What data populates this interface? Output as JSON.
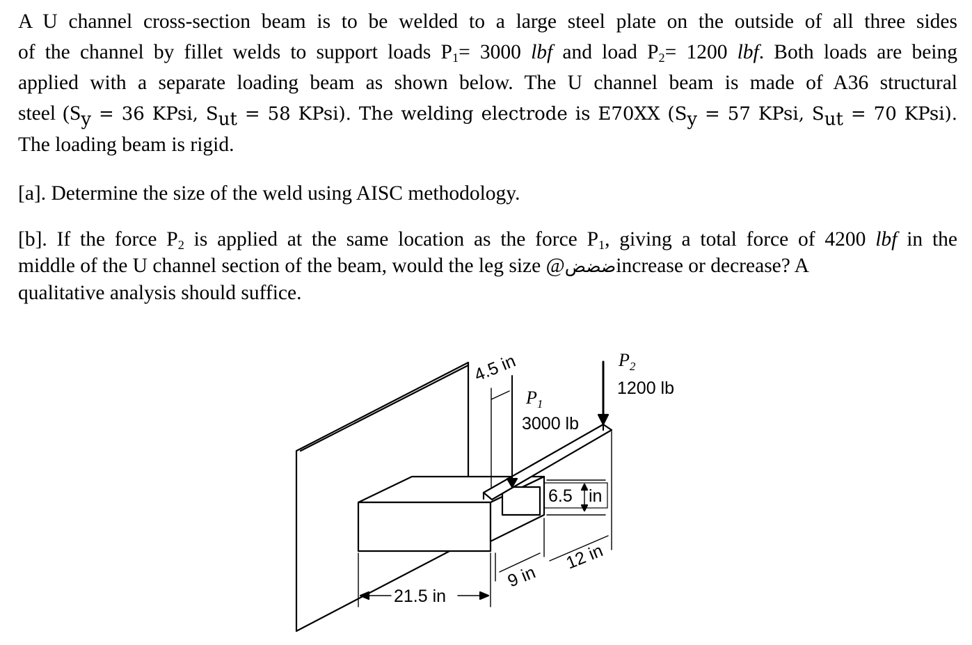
{
  "problem": {
    "p1": {
      "l1": "A U channel cross-section beam is to be welded to a large steel plate on the outside of all three sides",
      "l2a": "of the channel by fillet welds to support loads P",
      "l2b": "1",
      "l2c": "= 3000 ",
      "l2d": "lbf",
      "l2e": " and load P",
      "l2f": "2",
      "l2g": "= 1200 ",
      "l2h": "lbf",
      "l2i": ". Both loads are being",
      "l3": "applied with a separate loading beam as shown below. The U channel beam is made of A36 structural",
      "l4a": "steel (S",
      "l4b": "y",
      "l4c": " = 36 KPsi, S",
      "l4d": "ut",
      "l4e": " = 58 KPsi). The welding electrode is E70XX (S",
      "l4f": "y",
      "l4g": " = 57 KPsi, S",
      "l4h": "ut",
      "l4i": " = 70 KPsi).",
      "l5": "The loading beam is rigid."
    },
    "p2": "[a]. Determine the size of the weld using AISC methodology.",
    "p3": {
      "l1a": "[b]. If the force P",
      "l1b": "2",
      "l1c": " is applied at the same location as the force P",
      "l1d": "1",
      "l1e": ", giving a total force of 4200 ",
      "l1f": "lbf",
      "l1g": " in the",
      "l2a": "middle of the U channel section of the beam, would the leg size @",
      "l2b": "ضضض",
      "l2c": "increase or decrease? A",
      "l3": "qualitative analysis should suffice."
    }
  },
  "figure": {
    "dim_45": "4.5 in",
    "p1_label": "P",
    "p1_sub": "1",
    "p1_value": "3000 lb",
    "p2_label": "P",
    "p2_sub": "2",
    "p2_value": "1200 lb",
    "dim_65": "6.5",
    "dim_65_unit": "in",
    "dim_9": "9 in",
    "dim_12": "12 in",
    "dim_215": "21.5 in"
  }
}
